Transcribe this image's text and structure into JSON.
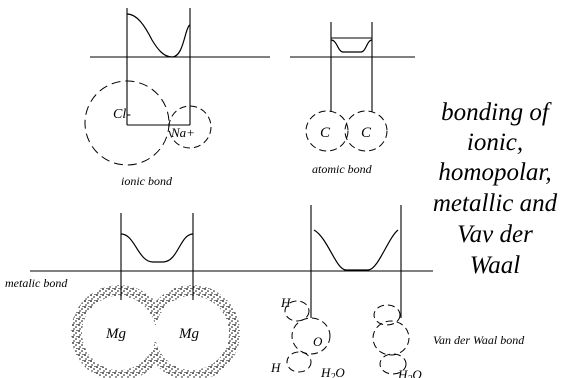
{
  "title_lines": [
    "bonding of",
    "ionic,",
    "homopolar,",
    "metallic and",
    "Vav der",
    "Waal"
  ],
  "ionic": {
    "anion": "Cl-",
    "cation": "Na+",
    "caption": "ionic bond"
  },
  "atomic": {
    "left_atom": "C",
    "right_atom": "C",
    "caption": "atomic bond"
  },
  "metallic": {
    "left_atom": "Mg",
    "right_atom": "Mg",
    "caption": "metalic bond"
  },
  "water": {
    "h_top": "H",
    "oxygen": "O",
    "h_bottom": "H",
    "molecule_main": "H",
    "molecule_sub": "2",
    "molecule_tail": "O"
  },
  "vdw": {
    "caption": "Van der Waal bond",
    "molecule_main": "H",
    "molecule_sub": "2",
    "molecule_tail": "O"
  }
}
